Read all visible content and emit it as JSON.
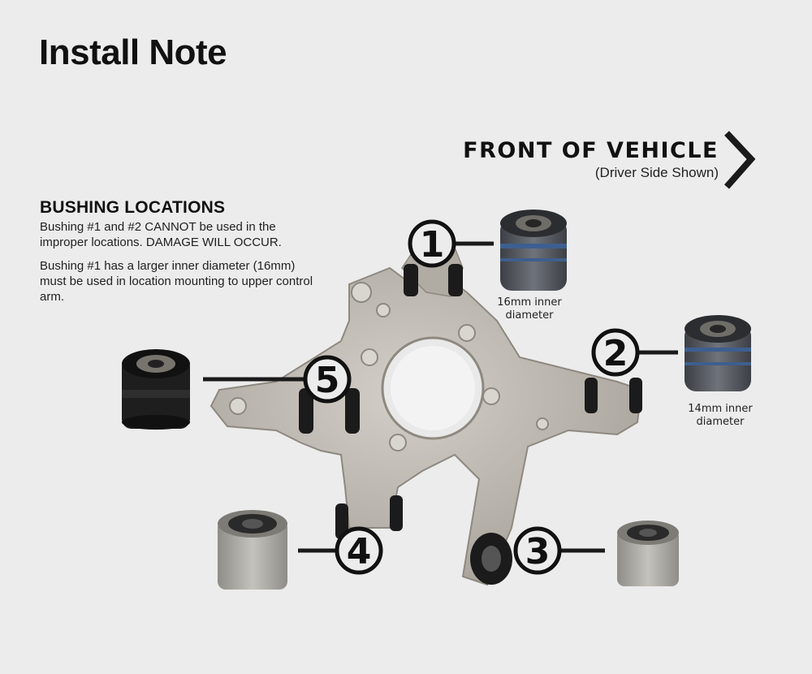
{
  "title": "Install Note",
  "front_label": "FRONT OF VEHICLE",
  "front_sub": "(Driver Side Shown)",
  "bushing": {
    "heading": "BUSHING LOCATIONS",
    "para1": "Bushing #1 and #2 CANNOT be used in the improper locations. DAMAGE WILL OCCUR.",
    "para2": "Bushing #1 has a larger inner diameter (16mm) must be used in location mounting to upper control arm."
  },
  "captions": {
    "c1": "16mm inner diameter",
    "c2": "14mm inner diameter"
  },
  "callouts": [
    "1",
    "2",
    "3",
    "4",
    "5"
  ],
  "colors": {
    "background": "#ececec",
    "knuckle": "#b9b4ac",
    "bushing_black": "#1b1b1b",
    "bushing_sleeve": "#a8a6a0",
    "blue_band": "#3d5f8f"
  }
}
